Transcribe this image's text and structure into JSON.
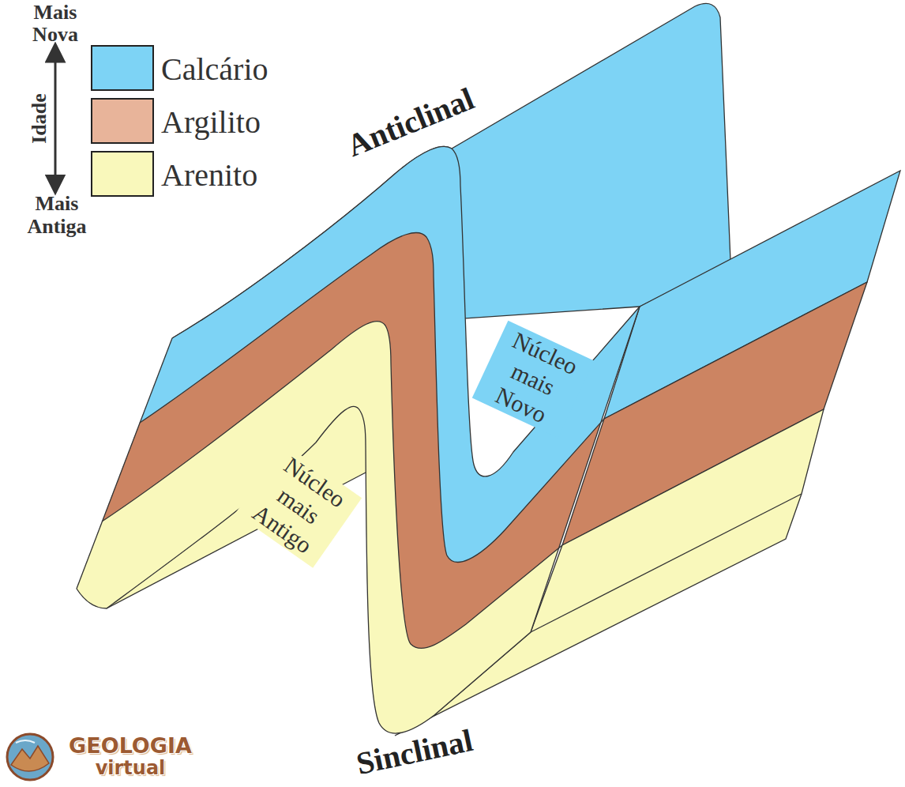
{
  "diagram": {
    "labels": [
      "Mais Nova",
      "Idade",
      "Mais Antiga",
      "Anticlinal",
      "Núcleo mais Novo",
      "Núcleo mais Antigo",
      "Sinclinal",
      "GEOLOGIA",
      "virtual"
    ],
    "legend": [
      {
        "text": "Calcário",
        "color": "#7dd3f5"
      },
      {
        "text": "Argilito",
        "color": "#e8b49a"
      },
      {
        "text": "Arenito",
        "color": "#f9f8bb"
      }
    ]
  }
}
